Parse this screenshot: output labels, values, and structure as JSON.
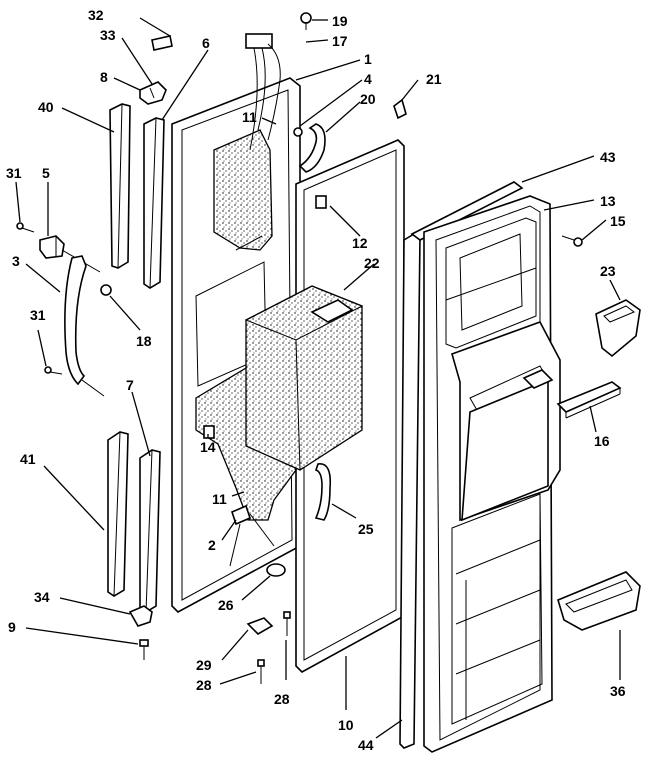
{
  "callouts": [
    {
      "id": "c32",
      "label": "32"
    },
    {
      "id": "c33",
      "label": "33"
    },
    {
      "id": "c6",
      "label": "6"
    },
    {
      "id": "c19",
      "label": "19"
    },
    {
      "id": "c17",
      "label": "17"
    },
    {
      "id": "c1",
      "label": "1"
    },
    {
      "id": "c4",
      "label": "4"
    },
    {
      "id": "c21",
      "label": "21"
    },
    {
      "id": "c8",
      "label": "8"
    },
    {
      "id": "c20",
      "label": "20"
    },
    {
      "id": "c40",
      "label": "40"
    },
    {
      "id": "c11a",
      "label": "11"
    },
    {
      "id": "c43",
      "label": "43"
    },
    {
      "id": "c31a",
      "label": "31"
    },
    {
      "id": "c5",
      "label": "5"
    },
    {
      "id": "c13",
      "label": "13"
    },
    {
      "id": "c15",
      "label": "15"
    },
    {
      "id": "c12",
      "label": "12"
    },
    {
      "id": "c3",
      "label": "3"
    },
    {
      "id": "c22",
      "label": "22"
    },
    {
      "id": "c23",
      "label": "23"
    },
    {
      "id": "c18",
      "label": "18"
    },
    {
      "id": "c31b",
      "label": "31"
    },
    {
      "id": "c7",
      "label": "7"
    },
    {
      "id": "c16",
      "label": "16"
    },
    {
      "id": "c14",
      "label": "14"
    },
    {
      "id": "c41",
      "label": "41"
    },
    {
      "id": "c11b",
      "label": "11"
    },
    {
      "id": "c2",
      "label": "2"
    },
    {
      "id": "c25",
      "label": "25"
    },
    {
      "id": "c34",
      "label": "34"
    },
    {
      "id": "c26",
      "label": "26"
    },
    {
      "id": "c9",
      "label": "9"
    },
    {
      "id": "c29",
      "label": "29"
    },
    {
      "id": "c28a",
      "label": "28"
    },
    {
      "id": "c28b",
      "label": "28"
    },
    {
      "id": "c36",
      "label": "36"
    },
    {
      "id": "c10",
      "label": "10"
    },
    {
      "id": "c44",
      "label": "44"
    }
  ]
}
